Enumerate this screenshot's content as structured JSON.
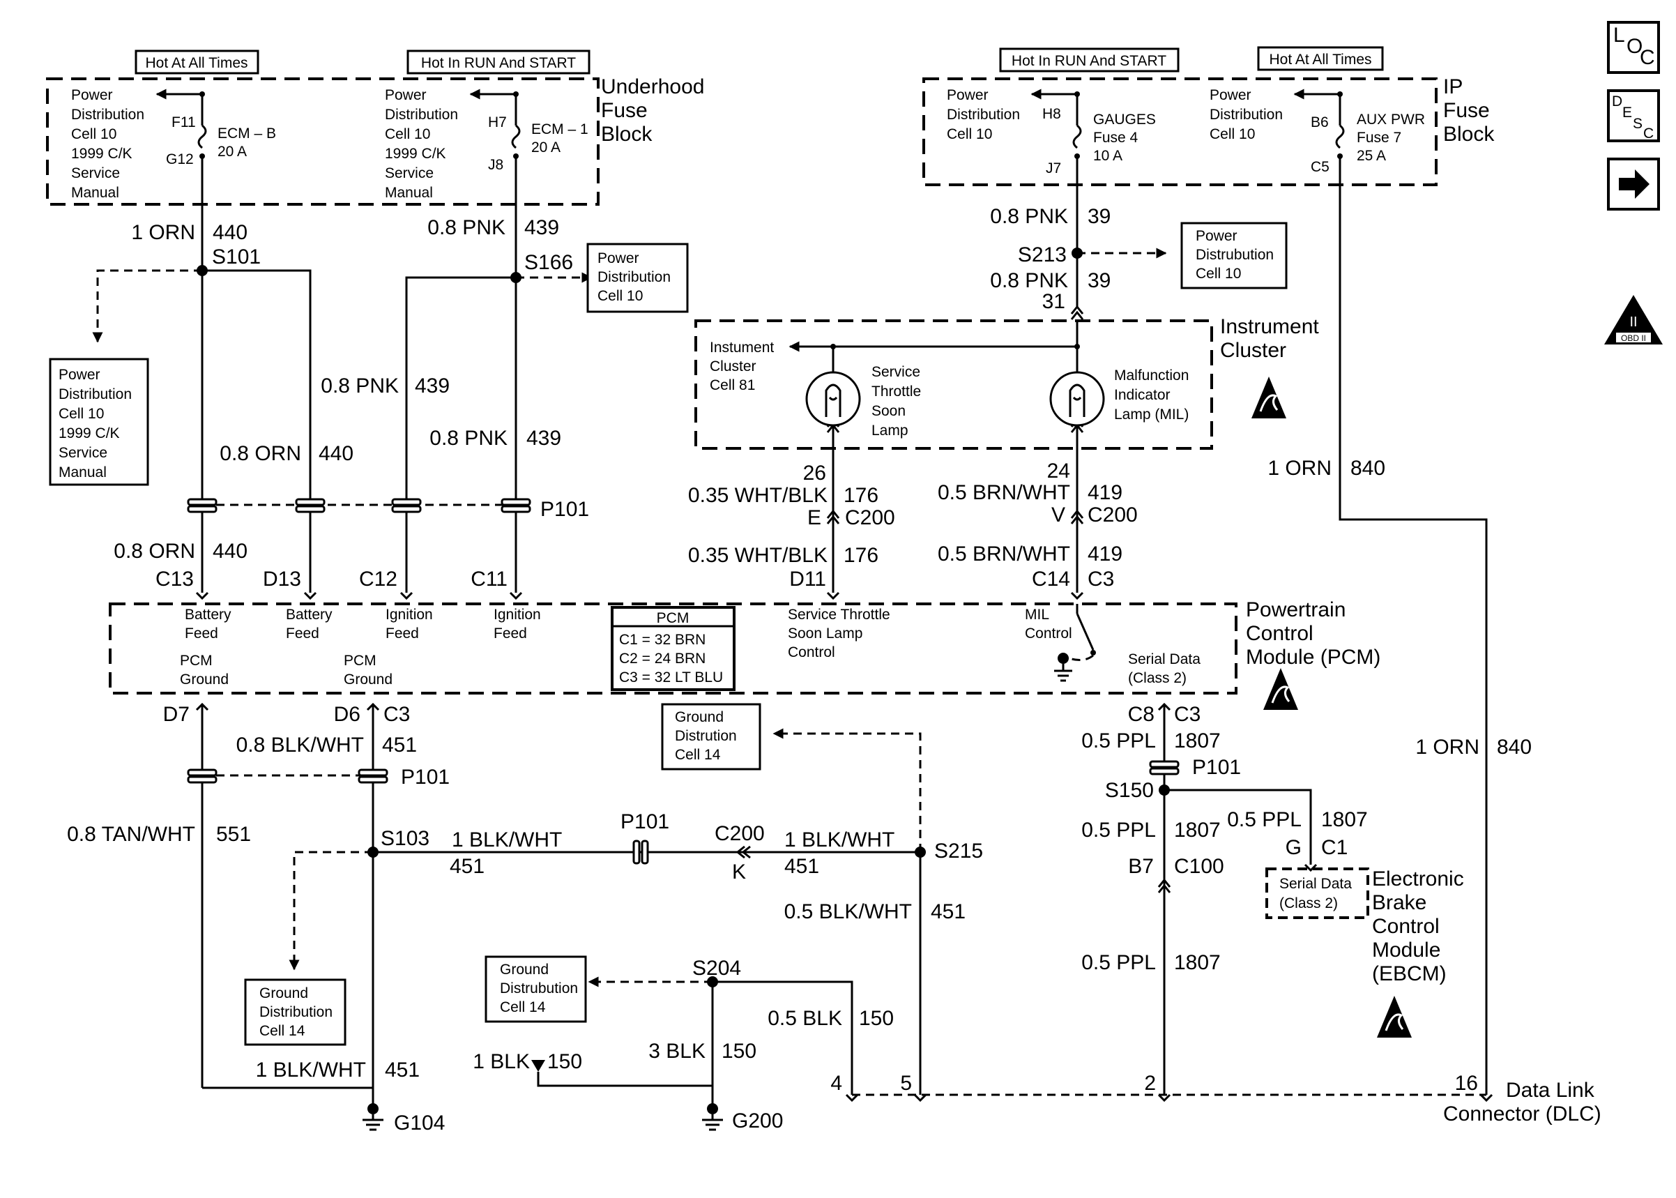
{
  "fuse_blocks": {
    "underhood": {
      "title_lines": [
        "Underhood",
        "Fuse",
        "Block"
      ],
      "hot_left": "Hot At All Times",
      "hot_right": "Hot In RUN And START",
      "pd_left_lines": [
        "Power",
        "Distribution",
        "Cell 10",
        "1999 C/K",
        "Service",
        "Manual"
      ],
      "pd_right_lines": [
        "Power",
        "Distribution",
        "Cell 10",
        "1999 C/K",
        "Service",
        "Manual"
      ],
      "fuse_left": {
        "top": "F11",
        "bottom": "G12",
        "name": "ECM – B",
        "rating": "20 A"
      },
      "fuse_right": {
        "top": "H7",
        "bottom": "J8",
        "name": "ECM – 1",
        "rating": "20 A"
      }
    },
    "ip": {
      "title_lines": [
        "IP",
        "Fuse",
        "Block"
      ],
      "hot_left": "Hot In RUN And START",
      "hot_right": "Hot At All Times",
      "pd_left_lines": [
        "Power",
        "Distribution",
        "Cell 10"
      ],
      "pd_right_lines": [
        "Power",
        "Distribution",
        "Cell 10"
      ],
      "fuse_left": {
        "top": "H8",
        "bottom": "J7",
        "name": "GAUGES",
        "sub": "Fuse 4",
        "rating": "10 A"
      },
      "fuse_right": {
        "top": "B6",
        "bottom": "C5",
        "name": "AUX PWR",
        "sub": "Fuse 7",
        "rating": "25 A"
      }
    }
  },
  "wire_labels": {
    "w440_top": {
      "gauge": "1 ORN",
      "circuit": "440"
    },
    "w439_top": {
      "gauge": "0.8 PNK",
      "circuit": "439"
    },
    "w439_mid": {
      "gauge": "0.8 PNK",
      "circuit": "439"
    },
    "w440_mid": {
      "gauge": "0.8 ORN",
      "circuit": "440"
    },
    "w439_right": {
      "gauge": "0.8 PNK",
      "circuit": "439"
    },
    "w440_low": {
      "gauge": "0.8 ORN",
      "circuit": "440"
    },
    "w39_a": {
      "gauge": "0.8 PNK",
      "circuit": "39"
    },
    "w39_b": {
      "gauge": "0.8 PNK",
      "circuit": "39"
    },
    "w840_a": {
      "gauge": "1 ORN",
      "circuit": "840"
    },
    "w840_b": {
      "gauge": "1 ORN",
      "circuit": "840"
    },
    "w176_a": {
      "gauge": "0.35 WHT/BLK",
      "circuit": "176"
    },
    "w176_b": {
      "gauge": "0.35 WHT/BLK",
      "circuit": "176"
    },
    "w419_a": {
      "gauge": "0.5 BRN/WHT",
      "circuit": "419"
    },
    "w419_b": {
      "gauge": "0.5 BRN/WHT",
      "circuit": "419"
    },
    "w451_a": {
      "gauge": "0.8 BLK/WHT",
      "circuit": "451"
    },
    "w551": {
      "gauge": "0.8 TAN/WHT",
      "circuit": "551"
    },
    "w451_h1": {
      "gauge": "1 BLK/WHT",
      "circuit": "451"
    },
    "w451_h2": {
      "gauge": "1 BLK/WHT",
      "circuit": "451"
    },
    "w451_v": {
      "gauge": "0.5 BLK/WHT",
      "circuit": "451"
    },
    "w451_g": {
      "gauge": "1 BLK/WHT",
      "circuit": "451"
    },
    "w1807_a": {
      "gauge": "0.5 PPL",
      "circuit": "1807"
    },
    "w1807_b": {
      "gauge": "0.5 PPL",
      "circuit": "1807"
    },
    "w1807_c": {
      "gauge": "0.5 PPL",
      "circuit": "1807"
    },
    "w1807_d": {
      "gauge": "0.5 PPL",
      "circuit": "1807"
    },
    "w150_a": {
      "gauge": "1 BLK",
      "circuit": "150"
    },
    "w150_b": {
      "gauge": "3 BLK",
      "circuit": "150"
    },
    "w150_c": {
      "gauge": "0.5 BLK",
      "circuit": "150"
    }
  },
  "splices": {
    "s101": "S101",
    "s166": "S166",
    "s213": "S213",
    "s103": "S103",
    "s215": "S215",
    "s150": "S150",
    "s204": "S204"
  },
  "connectors": {
    "p101_top": "P101",
    "p101_mid": "P101",
    "p101_h": "P101",
    "p101_r": "P101",
    "c200_h": "C200",
    "c200_h_pin": "K",
    "c200_176": "C200",
    "c200_176_pin": "E",
    "c200_419": "C200",
    "c200_419_pin": "V",
    "c100": "C100",
    "c100_pin": "B7",
    "ic_pin_26": "26",
    "ic_pin_24": "24",
    "ic_pin_31": "31",
    "pcm_c13": "C13",
    "pcm_d13": "D13",
    "pcm_c12": "C12",
    "pcm_c11": "C11",
    "pcm_d11": "D11",
    "pcm_c14": "C14",
    "pcm_c3_top": "C3",
    "pcm_d7": "D7",
    "pcm_d6": "D6",
    "pcm_c3_bot": "C3",
    "pcm_c8": "C8",
    "pcm_c3_r": "C3",
    "ebcm_g": "G",
    "ebcm_c1": "C1",
    "dlc_4": "4",
    "dlc_5": "5",
    "dlc_2": "2",
    "dlc_16": "16"
  },
  "grounds": {
    "g104": "G104",
    "g200": "G200"
  },
  "ref_boxes": {
    "pd_s166": [
      "Power",
      "Distribution",
      "Cell 10"
    ],
    "pd_s213": [
      "Power",
      "Distrubution",
      "Cell 10"
    ],
    "pd_s101": [
      "Power",
      "Distribution",
      "Cell 10",
      "1999 C/K",
      "Service",
      "Manual"
    ],
    "gd_s215": [
      "Ground",
      "Distrution",
      "Cell 14"
    ],
    "gd_s103": [
      "Ground",
      "Distribution",
      "Cell 14"
    ],
    "gd_s204": [
      "Ground",
      "Distrubution",
      "Cell 14"
    ]
  },
  "instrument_cluster": {
    "title_lines": [
      "Instrument",
      "Cluster"
    ],
    "ref_lines": [
      "Instument",
      "Cluster",
      "Cell 81"
    ],
    "lamp1_lines": [
      "Service",
      "Throttle",
      "Soon",
      "Lamp"
    ],
    "lamp2_lines": [
      "Malfunction",
      "Indicator",
      "Lamp (MIL)"
    ]
  },
  "pcm": {
    "title_lines": [
      "Powertrain",
      "Control",
      "Module (PCM)"
    ],
    "chip_title": "PCM",
    "chip_lines": [
      "C1 = 32 BRN",
      "C2 = 24 BRN",
      "C3 = 32 LT BLU"
    ],
    "battery_feed_1": [
      "Battery",
      "Feed"
    ],
    "battery_feed_2": [
      "Battery",
      "Feed"
    ],
    "ignition_feed_1": [
      "Ignition",
      "Feed"
    ],
    "ignition_feed_2": [
      "Ignition",
      "Feed"
    ],
    "pcm_ground_1": [
      "PCM",
      "Ground"
    ],
    "pcm_ground_2": [
      "PCM",
      "Ground"
    ],
    "stsl_control": [
      "Service Throttle",
      "Soon Lamp",
      "Control"
    ],
    "mil_control": [
      "MIL",
      "Control"
    ],
    "serial_data": [
      "Serial Data",
      "(Class 2)"
    ]
  },
  "ebcm": {
    "title_lines": [
      "Electronic",
      "Brake",
      "Control",
      "Module",
      "(EBCM)"
    ],
    "serial_lines": [
      "Serial Data",
      "(Class 2)"
    ]
  },
  "dlc": {
    "title_lines": [
      "Data Link",
      "Connector (DLC)"
    ]
  },
  "side_buttons": {
    "loc": {
      "l": "L",
      "o": "O",
      "c": "C"
    },
    "desc": {
      "d": "D",
      "e": "E",
      "s": "S",
      "c": "C"
    },
    "next_icon": "right-arrow-icon",
    "obd_badge": {
      "mark": "II",
      "text": "OBD II"
    }
  }
}
